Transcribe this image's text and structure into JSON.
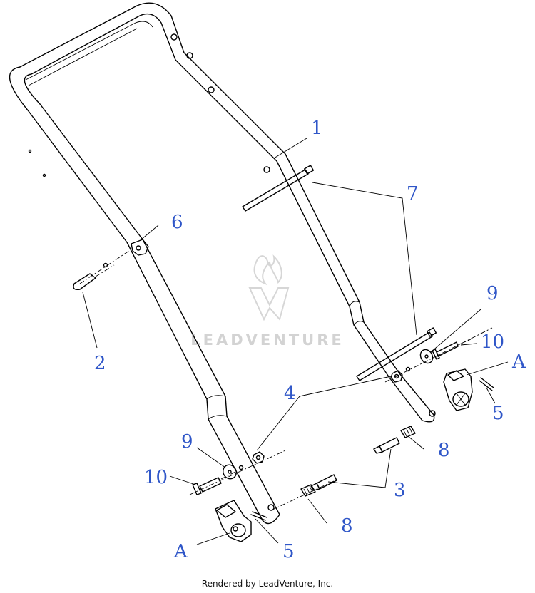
{
  "callouts": {
    "c1": "1",
    "c2": "2",
    "c3": "3",
    "c4": "4",
    "c5a": "5",
    "c5b": "5",
    "c6": "6",
    "c7": "7",
    "c8a": "8",
    "c8b": "8",
    "c9a": "9",
    "c9b": "9",
    "c10a": "10",
    "c10b": "10",
    "cAa": "A",
    "cAb": "A"
  },
  "watermark": {
    "text": "LEADVENTURE"
  },
  "footer": {
    "text": "Rendered by LeadVenture, Inc."
  },
  "colors": {
    "callout": "#2f56c8",
    "linework": "#000000",
    "watermark": "#d3d3d3"
  }
}
